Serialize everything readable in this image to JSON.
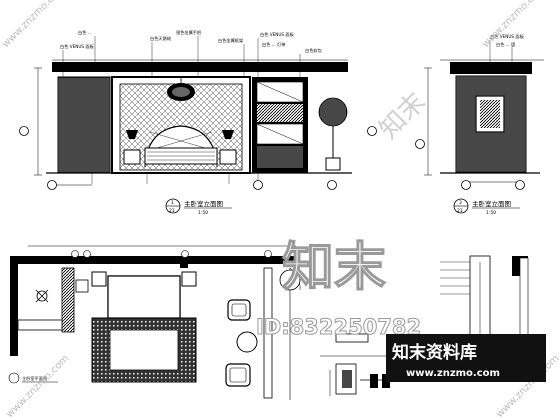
{
  "elevation_a": {
    "annotations": [
      "白色 VENUS 面板",
      "白色 ...",
      "白色天鹅绒",
      "银色金属手把",
      "白色金属框架",
      "白色 VENUS 面板",
      "白色 ... 灯带",
      "白色软包"
    ],
    "caption": "主卧室立面图",
    "marker_top": "1",
    "marker_bottom": "21",
    "scale": "1:50"
  },
  "elevation_b": {
    "annotations": [
      "白色 VENUS 面板",
      "白色 ... 墙"
    ],
    "caption": "主卧室立面图",
    "marker_top": "3",
    "marker_bottom": "21",
    "scale": "1:50"
  },
  "plan": {
    "caption": "主卧室平面图"
  },
  "watermark": {
    "brand_big": "知末",
    "id_text": "ID:832250782",
    "brand_cn": "知末资料库",
    "site": "www.znzmo.com",
    "diagonal": "www.znzmo.com",
    "diagonal_big": "知末"
  },
  "colors": {
    "ink": "#000000",
    "logo_bg": "#111111",
    "watermark_stroke": "#9a9a9a"
  }
}
